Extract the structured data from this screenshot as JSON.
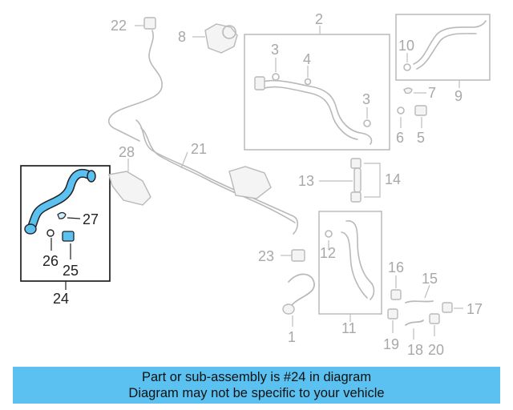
{
  "callouts": {
    "c1": "1",
    "c2": "2",
    "c3a": "3",
    "c3b": "3",
    "c4": "4",
    "c5": "5",
    "c6": "6",
    "c7": "7",
    "c8": "8",
    "c9": "9",
    "c10": "10",
    "c11": "11",
    "c12": "12",
    "c13": "13",
    "c14": "14",
    "c15": "15",
    "c16": "16",
    "c17": "17",
    "c18": "18",
    "c19": "19",
    "c20": "20",
    "c21": "21",
    "c22": "22",
    "c23": "23",
    "c24": "24",
    "c25": "25",
    "c26": "26",
    "c27": "27",
    "c28": "28"
  },
  "highlight": {
    "part_number": "24",
    "color": "#5bc1f0"
  },
  "banner": {
    "line1": "Part or sub-assembly is #24 in diagram",
    "line2": "Diagram may not be specific to your vehicle",
    "background": "#5bc1f0"
  }
}
